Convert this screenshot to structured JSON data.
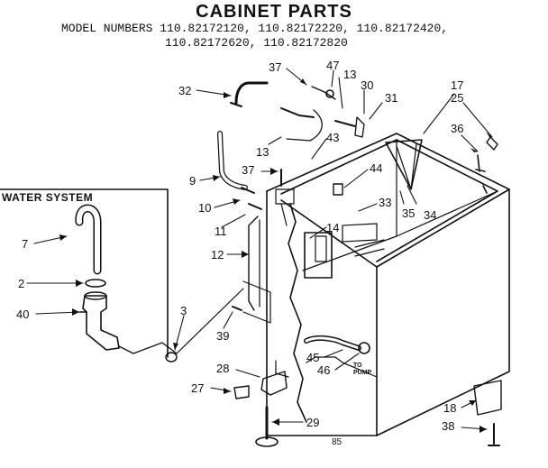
{
  "title": "CABINET PARTS",
  "model_numbers": {
    "line1": "MODEL NUMBERS 110.82172120, 110.82172220, 110.82172420,",
    "line2": "110.82172620, 110.82172820"
  },
  "inset_label": "WATER SYSTEM",
  "callouts": {
    "c37a": "37",
    "c47": "47",
    "c13a": "13",
    "c30": "30",
    "c31": "31",
    "c17": "17",
    "c25": "25",
    "c32": "32",
    "c36": "36",
    "c13b": "13",
    "c43": "43",
    "c44": "44",
    "c9": "9",
    "c37b": "37",
    "c10": "10",
    "c33": "33",
    "c35": "35",
    "c34": "34",
    "c11": "11",
    "c14": "14",
    "c12": "12",
    "c7": "7",
    "c2": "2",
    "c40": "40",
    "c3": "3",
    "c39": "39",
    "c45": "45",
    "c46": "46",
    "c28": "28",
    "c27": "27",
    "c18": "18",
    "c29": "29",
    "c38": "38"
  },
  "to_pump": "TO PUMP",
  "page_code": "85"
}
